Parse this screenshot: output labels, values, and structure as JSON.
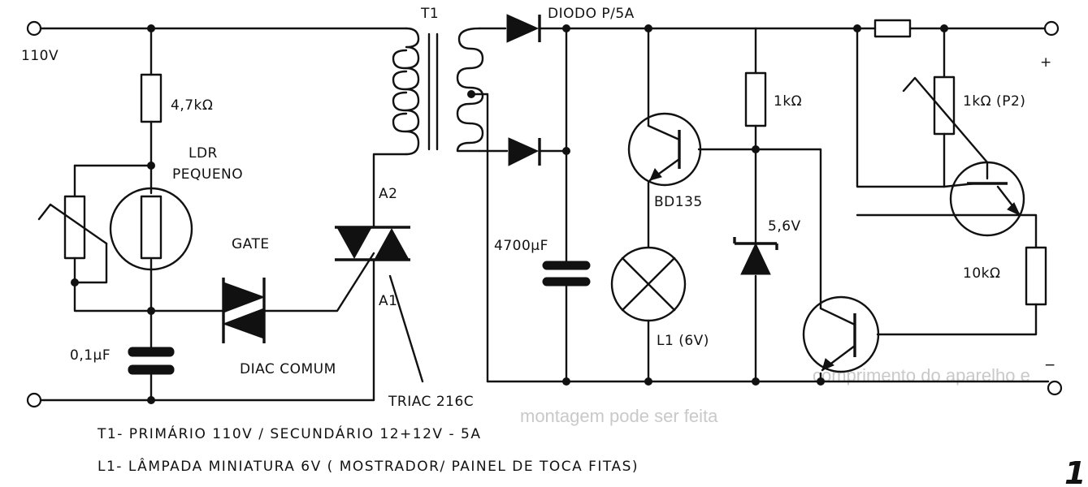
{
  "labels": {
    "input_voltage": "110V",
    "r_gate": "4,7kΩ",
    "ldr": [
      "LDR",
      "PEQUENO"
    ],
    "gate": "GATE",
    "cap_gate": "0,1μF",
    "diac": "DIAC COMUM",
    "a2": "A2",
    "a1": "A1",
    "triac": "TRIAC 216C",
    "transformer": "T1",
    "diode": "DIODO P/5A",
    "cap_filter": "4700μF",
    "r_zener": "1kΩ",
    "transistor": "BD135",
    "zener": "5,6V",
    "lamp": "L1 (6V)",
    "pot": "1kΩ (P2)",
    "r_bias": "10kΩ",
    "plus": "+",
    "minus": "−"
  },
  "notes": [
    "T1- PRIMÁRIO 110V / SECUNDÁRIO 12+12V - 5A",
    "L1- LÂMPADA MINIATURA 6V ( MOSTRADOR/ PAINEL DE TOCA FITAS)"
  ],
  "figure_number": "1",
  "bleed_through": [
    "comprimento do aparelho e",
    "montagem pode ser feita"
  ]
}
